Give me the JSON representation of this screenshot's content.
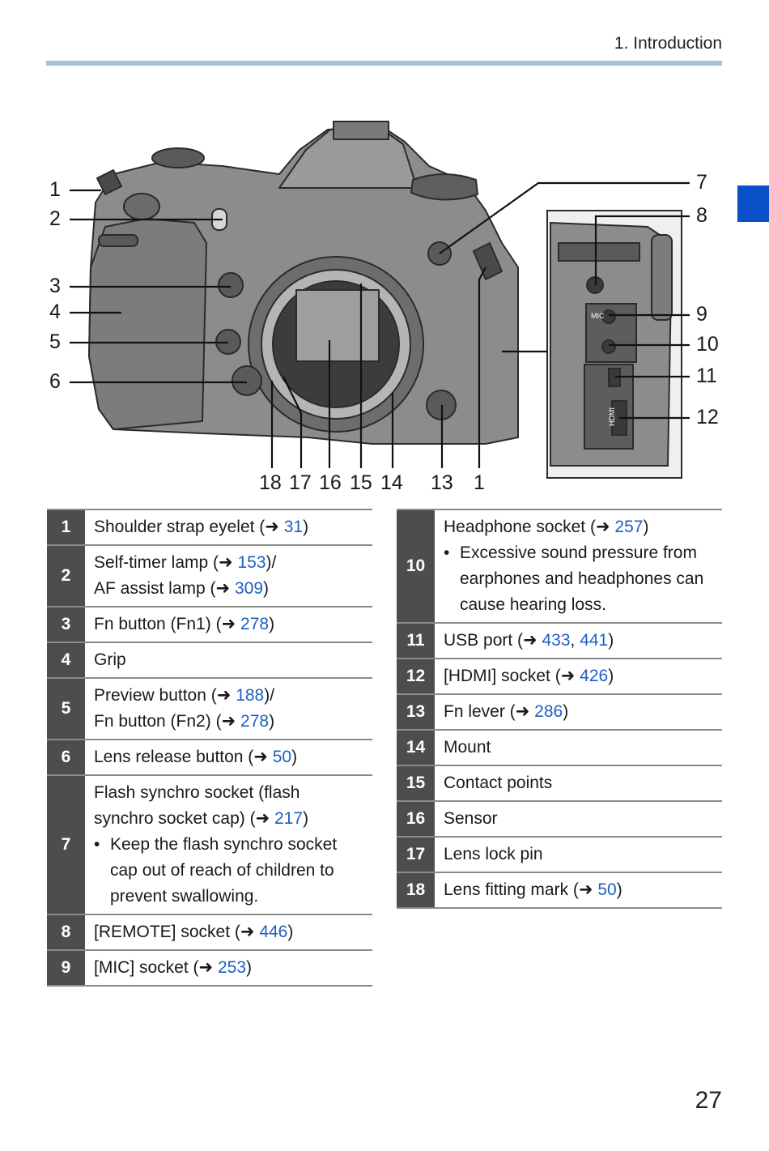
{
  "header": {
    "title": "1. Introduction"
  },
  "figure": {
    "callouts_left": [
      "1",
      "2",
      "3",
      "4",
      "5",
      "6"
    ],
    "callouts_right": [
      "7",
      "8",
      "9",
      "10",
      "11",
      "12"
    ],
    "callouts_bottom": [
      "18",
      "17",
      "16",
      "15",
      "14",
      "13",
      "1"
    ],
    "port_marks": {
      "mic": "MIC",
      "hdmi": "HDMI"
    },
    "colors": {
      "body": "#8c8c8c",
      "dark": "#555555",
      "mount": "#b5b5b5",
      "outline": "#2b2b2b"
    }
  },
  "arrow_glyph": "➜",
  "parts_left": [
    {
      "num": "1",
      "lines": [
        {
          "text": "Shoulder strap eyelet (",
          "refs": [
            "31"
          ],
          "after": ")"
        }
      ]
    },
    {
      "num": "2",
      "lines": [
        {
          "text": "Self-timer lamp (",
          "refs": [
            "153"
          ],
          "after": ")/"
        },
        {
          "text": "AF assist lamp (",
          "refs": [
            "309"
          ],
          "after": ")"
        }
      ]
    },
    {
      "num": "3",
      "lines": [
        {
          "text": "Fn button (Fn1) (",
          "refs": [
            "278"
          ],
          "after": ")"
        }
      ]
    },
    {
      "num": "4",
      "lines": [
        {
          "text": "Grip"
        }
      ]
    },
    {
      "num": "5",
      "lines": [
        {
          "text": "Preview button (",
          "refs": [
            "188"
          ],
          "after": ")/"
        },
        {
          "text": "Fn button (Fn2) (",
          "refs": [
            "278"
          ],
          "after": ")"
        }
      ]
    },
    {
      "num": "6",
      "lines": [
        {
          "text": "Lens release button (",
          "refs": [
            "50"
          ],
          "after": ")"
        }
      ]
    },
    {
      "num": "7",
      "lines": [
        {
          "text": "Flash synchro socket (flash"
        },
        {
          "text": "synchro socket cap) (",
          "refs": [
            "217"
          ],
          "after": ")"
        }
      ],
      "note": "Keep the flash synchro socket cap out of reach of children to prevent swallowing."
    },
    {
      "num": "8",
      "lines": [
        {
          "text": "[REMOTE] socket (",
          "refs": [
            "446"
          ],
          "after": ")"
        }
      ]
    },
    {
      "num": "9",
      "lines": [
        {
          "text": "[MIC] socket (",
          "refs": [
            "253"
          ],
          "after": ")"
        }
      ]
    }
  ],
  "parts_right": [
    {
      "num": "10",
      "lines": [
        {
          "text": "Headphone socket (",
          "refs": [
            "257"
          ],
          "after": ")"
        }
      ],
      "note": "Excessive sound pressure from earphones and headphones can cause hearing loss."
    },
    {
      "num": "11",
      "lines": [
        {
          "text": "USB port (",
          "refs": [
            "433",
            "441"
          ],
          "after": ")"
        }
      ]
    },
    {
      "num": "12",
      "lines": [
        {
          "text": "[HDMI] socket (",
          "refs": [
            "426"
          ],
          "after": ")"
        }
      ]
    },
    {
      "num": "13",
      "lines": [
        {
          "text": "Fn lever (",
          "refs": [
            "286"
          ],
          "after": ")"
        }
      ]
    },
    {
      "num": "14",
      "lines": [
        {
          "text": "Mount"
        }
      ]
    },
    {
      "num": "15",
      "lines": [
        {
          "text": "Contact points"
        }
      ]
    },
    {
      "num": "16",
      "lines": [
        {
          "text": "Sensor"
        }
      ]
    },
    {
      "num": "17",
      "lines": [
        {
          "text": "Lens lock pin"
        }
      ]
    },
    {
      "num": "18",
      "lines": [
        {
          "text": "Lens fitting mark (",
          "refs": [
            "50"
          ],
          "after": ")"
        }
      ]
    }
  ],
  "page_number": "27"
}
